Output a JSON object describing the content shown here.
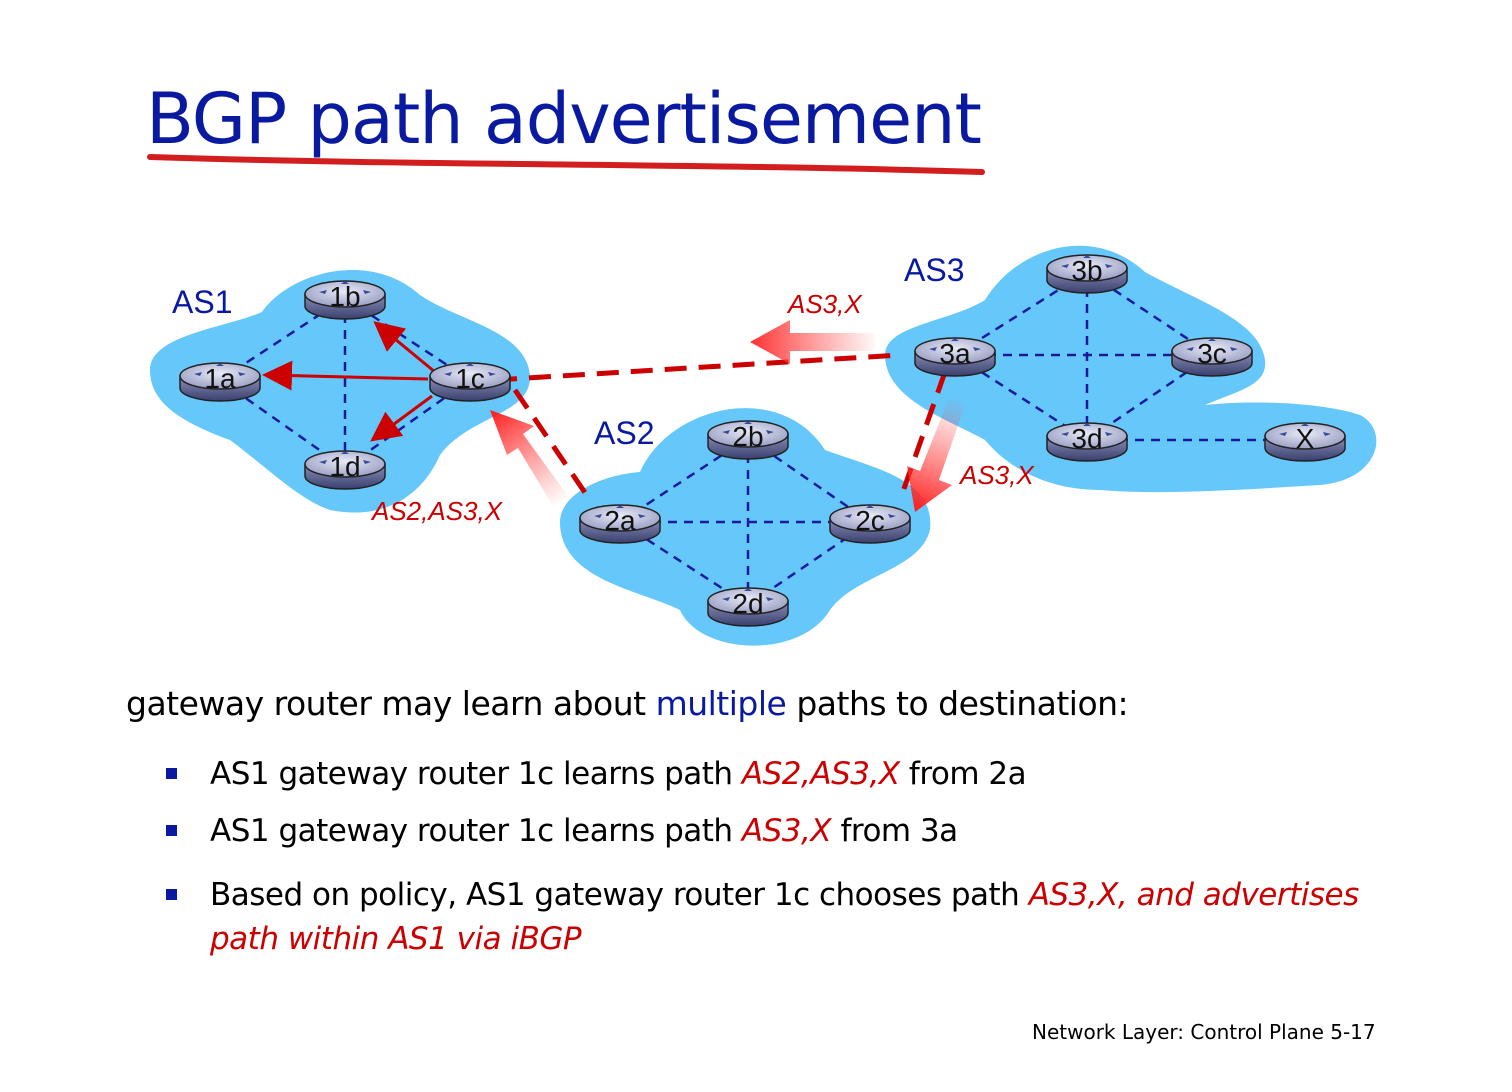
{
  "slide": {
    "title": "BGP path advertisement",
    "intro_prefix": "gateway router may learn about ",
    "intro_highlight": "multiple",
    "intro_suffix": " paths to destination:",
    "bullets": [
      {
        "prefix": "AS1 gateway router 1c learns path ",
        "highlight": "AS2,AS3,X",
        "suffix": " from 2a"
      },
      {
        "prefix": "AS1 gateway router 1c learns path ",
        "highlight": "AS3,X",
        "suffix": " from 3a"
      },
      {
        "prefix": "Based on policy, AS1 gateway router 1c chooses path ",
        "highlight": "AS3,X, and advertises path within AS1 via iBGP",
        "suffix": ""
      }
    ],
    "footer": "Network Layer: Control Plane  5-17"
  },
  "diagram": {
    "autonomous_systems": [
      {
        "id": "AS1",
        "label": "AS1",
        "routers": [
          "1a",
          "1b",
          "1c",
          "1d"
        ]
      },
      {
        "id": "AS2",
        "label": "AS2",
        "routers": [
          "2a",
          "2b",
          "2c",
          "2d"
        ]
      },
      {
        "id": "AS3",
        "label": "AS3",
        "routers": [
          "3a",
          "3b",
          "3c",
          "3d",
          "X"
        ]
      }
    ],
    "routers": [
      {
        "id": "1a",
        "label": "1a"
      },
      {
        "id": "1b",
        "label": "1b"
      },
      {
        "id": "1c",
        "label": "1c"
      },
      {
        "id": "1d",
        "label": "1d"
      },
      {
        "id": "2a",
        "label": "2a"
      },
      {
        "id": "2b",
        "label": "2b"
      },
      {
        "id": "2c",
        "label": "2c"
      },
      {
        "id": "2d",
        "label": "2d"
      },
      {
        "id": "3a",
        "label": "3a"
      },
      {
        "id": "3b",
        "label": "3b"
      },
      {
        "id": "3c",
        "label": "3c"
      },
      {
        "id": "3d",
        "label": "3d"
      },
      {
        "id": "X",
        "label": "X"
      }
    ],
    "path_labels": {
      "as3x_top": "AS3,X",
      "as3x_right": "AS3,X",
      "as2as3x": "AS2,AS3,X"
    },
    "colors": {
      "cloud": "#66c7fa",
      "title": "#0a1aa0",
      "accent_red": "#cc0000",
      "link": "#1a1aa0"
    }
  }
}
